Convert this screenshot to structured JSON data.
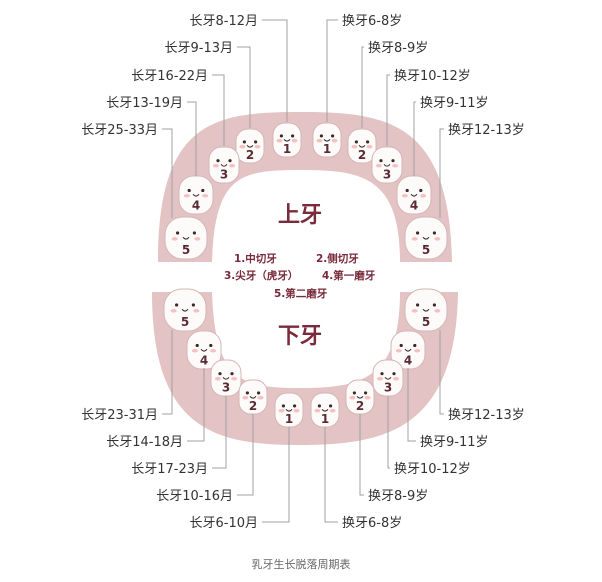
{
  "diagram": {
    "upper_title": "上牙",
    "lower_title": "下牙",
    "legend": [
      "1.中切牙",
      "2.侧切牙",
      "3.尖牙（虎牙）",
      "4.第一磨牙",
      "5.第二磨牙"
    ],
    "upper_left": [
      "长牙8-12月",
      "长牙9-13月",
      "长牙16-22月",
      "长牙13-19月",
      "长牙25-33月"
    ],
    "upper_right": [
      "换牙6-8岁",
      "换牙8-9岁",
      "换牙10-12岁",
      "换牙9-11岁",
      "换牙12-13岁"
    ],
    "lower_left": [
      "长牙23-31月",
      "长牙14-18月",
      "长牙17-23月",
      "长牙10-16月",
      "长牙6-10月"
    ],
    "lower_right": [
      "换牙12-13岁",
      "换牙9-11岁",
      "换牙10-12岁",
      "换牙8-9岁",
      "换牙6-8岁"
    ],
    "tooth_numbers": [
      "1",
      "2",
      "3",
      "4",
      "5"
    ]
  },
  "caption": "乳牙生长脱落周期表",
  "colors": {
    "gum": "#e3c3c3",
    "inner": "#ffffff",
    "tooth": "#fdfbfa",
    "title": "#7a2a3a",
    "cheek": "#f4a7a7"
  }
}
